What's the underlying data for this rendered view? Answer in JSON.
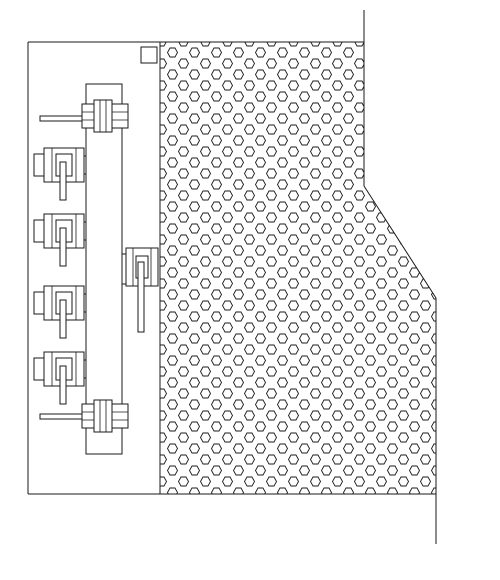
{
  "drawing": {
    "background": "#ffffff",
    "line_color": "#1a1a1a",
    "fill_pattern": "hexagon",
    "valves_left_count": 4,
    "valves_right_count": 1,
    "clamps_count": 2
  }
}
